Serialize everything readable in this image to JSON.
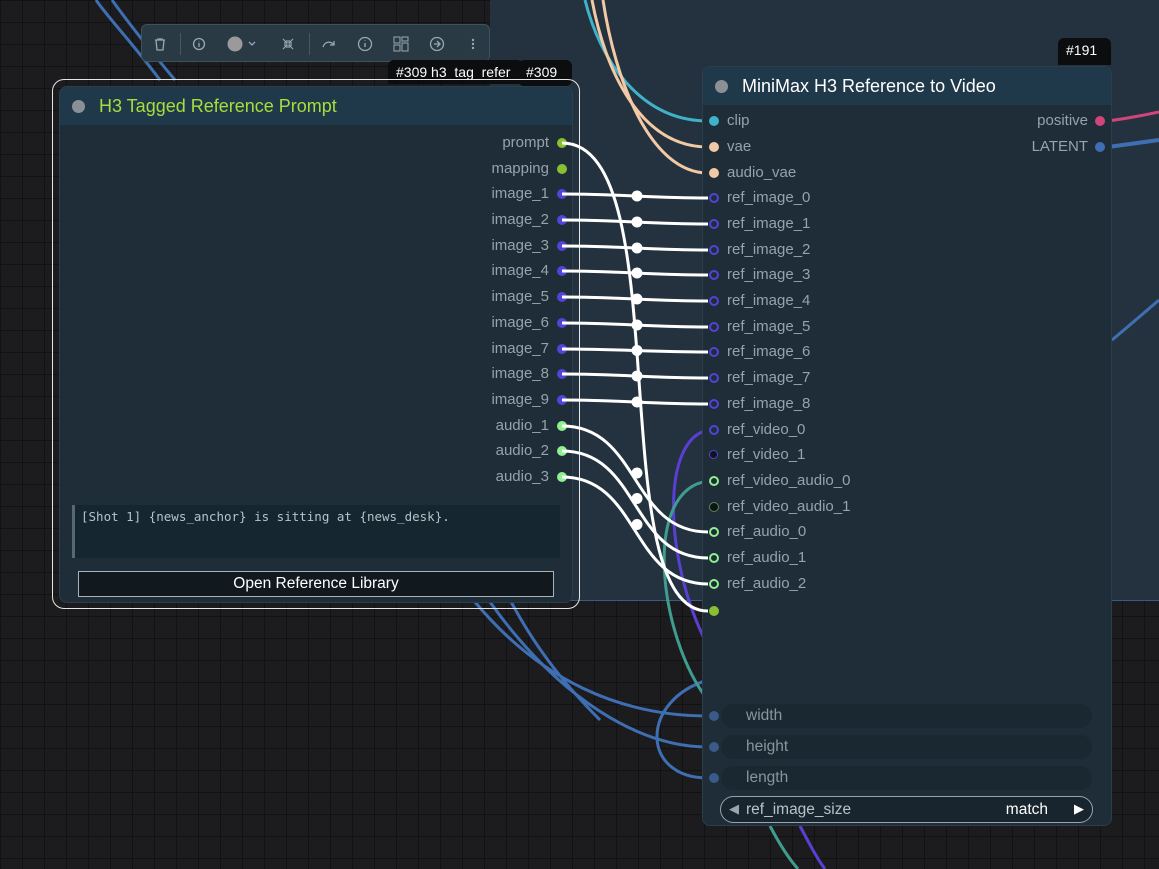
{
  "colors": {
    "wire_white": "#ffffff",
    "wire_blue": "#3f6fb3",
    "wire_cyan": "#3fb1c9",
    "wire_peach": "#f3c9a5",
    "wire_pink": "#d0457a",
    "wire_purple": "#5a3fd4",
    "wire_teal": "#3f9c8e",
    "title_green": "#a9dd3d",
    "slot_green": "#88c032",
    "slot_lime": "#8ef08e",
    "slot_purple": "#5243d9"
  },
  "toolbar": {
    "icons": [
      "trash-icon",
      "info-circle-icon",
      "color-circle-icon",
      "collapse-icon",
      "redo-icon",
      "info-icon",
      "layout-grid-icon",
      "arrow-right-circle-icon",
      "more-vertical-icon"
    ]
  },
  "badges": {
    "left_long": "#309 h3_tag_refer",
    "left_short": "#309",
    "right": "#191"
  },
  "left_node": {
    "title": "H3 Tagged Reference Prompt",
    "outputs": [
      "prompt",
      "mapping",
      "image_1",
      "image_2",
      "image_3",
      "image_4",
      "image_5",
      "image_6",
      "image_7",
      "image_8",
      "image_9",
      "audio_1",
      "audio_2",
      "audio_3"
    ],
    "prompt_text": "[Shot 1] {news_anchor} is sitting at {news_desk}.",
    "button_label": "Open Reference Library"
  },
  "right_node": {
    "title": "MiniMax H3 Reference to Video",
    "inputs": [
      "clip",
      "vae",
      "audio_vae",
      "ref_image_0",
      "ref_image_1",
      "ref_image_2",
      "ref_image_3",
      "ref_image_4",
      "ref_image_5",
      "ref_image_6",
      "ref_image_7",
      "ref_image_8",
      "ref_video_0",
      "ref_video_1",
      "ref_video_audio_0",
      "ref_video_audio_1",
      "ref_audio_0",
      "ref_audio_1",
      "ref_audio_2"
    ],
    "outputs": [
      "positive",
      "LATENT"
    ],
    "widgets": [
      "width",
      "height",
      "length"
    ],
    "combo": {
      "label": "ref_image_size",
      "value": "match"
    }
  }
}
